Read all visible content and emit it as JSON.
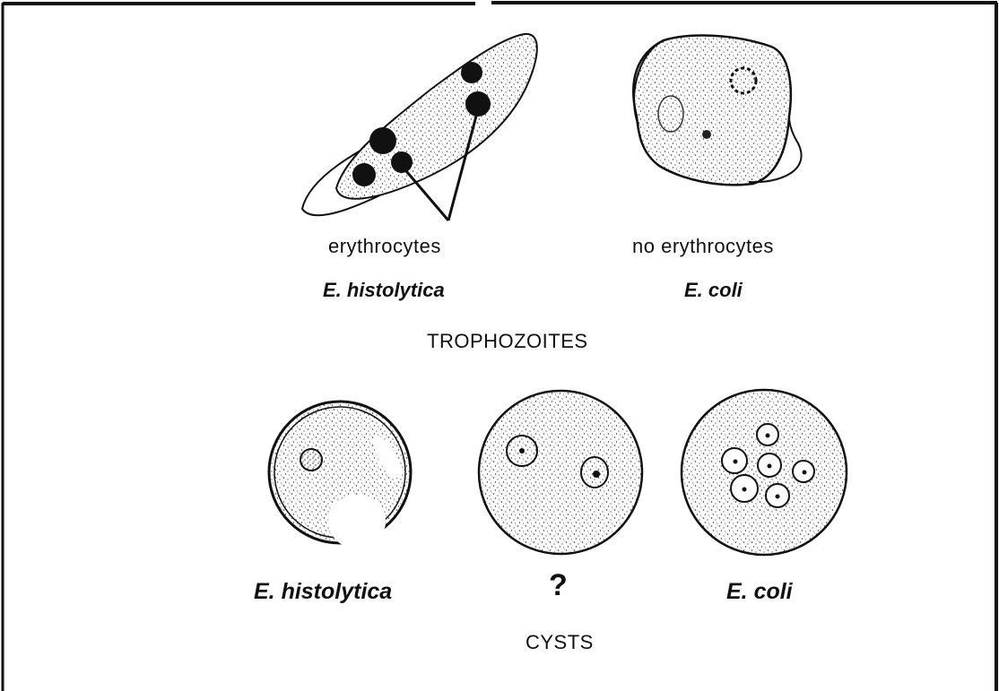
{
  "trophozoites": {
    "left_caption": "erythrocytes",
    "left_species": "E. histolytica",
    "right_caption": "no erythrocytes",
    "right_species": "E. coli",
    "heading": "TROPHOZOITES"
  },
  "cysts": {
    "left_species": "E. histolytica",
    "middle_label": "?",
    "right_species": "E. coli",
    "heading": "CYSTS"
  },
  "colors": {
    "ink": "#111111",
    "stipple": "#333333",
    "paper": "#ffffff"
  }
}
